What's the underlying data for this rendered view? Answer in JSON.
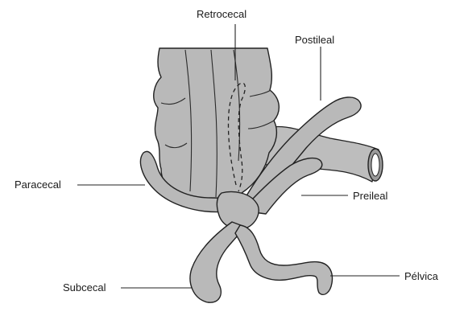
{
  "labels": {
    "retrocecal": "Retrocecal",
    "postileal": "Postileal",
    "paracecal": "Paracecal",
    "preileal": "Preileal",
    "subcecal": "Subcecal",
    "pelvica": "Pélvica"
  },
  "colors": {
    "tissue": "#b9b9b9",
    "outline": "#222222",
    "background": "#ffffff"
  }
}
